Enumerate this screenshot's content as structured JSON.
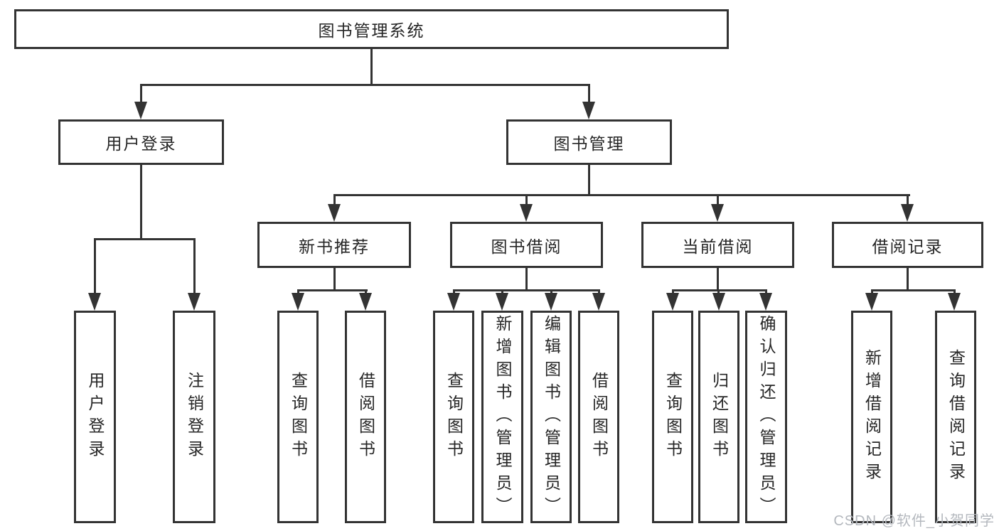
{
  "diagram": {
    "title": "图书管理系统",
    "type": "functional-structure-tree",
    "watermark": "CSDN @软件_小贺同学",
    "colors": {
      "line": "#333333",
      "text": "#262626",
      "watermark": "#b4b8be",
      "background": "#ffffff"
    }
  },
  "nodes": {
    "root": "图书管理系统",
    "user_login": "用户登录",
    "book_mgmt": "图书管理",
    "new_book_rec": "新书推荐",
    "book_borrow": "图书借阅",
    "current_borrow": "当前借阅",
    "borrow_records": "借阅记录",
    "leaf_user_login": "用户登录",
    "leaf_logout": "注销登录",
    "rec_query_books": "查询图书",
    "rec_borrow_books": "借阅图书",
    "bb_query_books": "查询图书",
    "bb_add_books": "新增图书（管理员）",
    "bb_edit_books": "编辑图书（管理员）",
    "bb_borrow_books": "借阅图书",
    "cb_query_books": "查询图书",
    "cb_return_books": "归还图书",
    "cb_confirm_return": "确认归还（管理员）",
    "br_add_record": "新增借阅记录",
    "br_query_record": "查询借阅记录"
  },
  "structure": {
    "root": "图书管理系统",
    "children": [
      {
        "label": "用户登录",
        "children": [
          "用户登录",
          "注销登录"
        ]
      },
      {
        "label": "图书管理",
        "children": [
          {
            "label": "新书推荐",
            "children": [
              "查询图书",
              "借阅图书"
            ]
          },
          {
            "label": "图书借阅",
            "children": [
              "查询图书",
              "新增图书（管理员）",
              "编辑图书（管理员）",
              "借阅图书"
            ]
          },
          {
            "label": "当前借阅",
            "children": [
              "查询图书",
              "归还图书",
              "确认归还（管理员）"
            ]
          },
          {
            "label": "借阅记录",
            "children": [
              "新增借阅记录",
              "查询借阅记录"
            ]
          }
        ]
      }
    ]
  }
}
